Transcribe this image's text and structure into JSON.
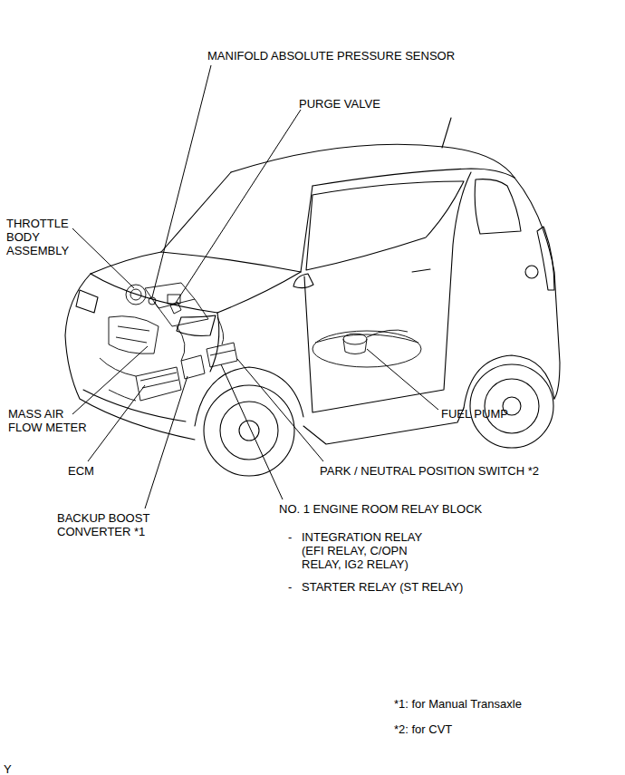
{
  "diagram": {
    "labels": [
      "MANIFOLD ABSOLUTE PRESSURE SENSOR",
      "PURGE VALVE",
      "THROTTLE BODY ASSEMBLY",
      "MASS AIR FLOW METER",
      "ECM",
      "BACKUP BOOST CONVERTER *1",
      "NO. 1 ENGINE ROOM RELAY BLOCK",
      "-",
      "INTEGRATION RELAY (EFI RELAY, C/OPN RELAY, IG2 RELAY)",
      "-",
      "STARTER RELAY (ST RELAY)",
      "PARK / NEUTRAL POSITION SWITCH *2",
      "FUEL PUMP",
      "*1: for Manual Transaxle",
      "*2: for CVT",
      "Y"
    ]
  }
}
